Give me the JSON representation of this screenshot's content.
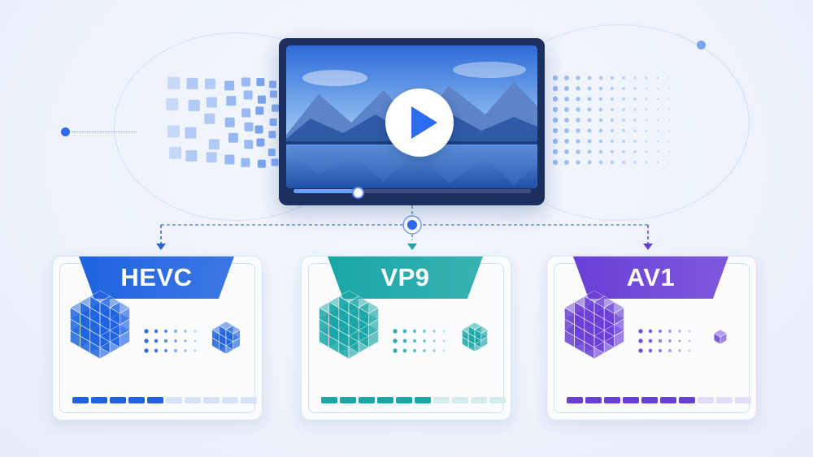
{
  "codecs": [
    {
      "name": "HEVC",
      "color": "#1f63e0",
      "light": "#d6e2f8",
      "filled": 5,
      "segments": 10
    },
    {
      "name": "VP9",
      "color": "#1aa6a6",
      "light": "#d3ecec",
      "filled": 6,
      "segments": 10
    },
    {
      "name": "AV1",
      "color": "#6a3fd6",
      "light": "#e2dcf6",
      "filled": 7,
      "segments": 10
    }
  ],
  "video": {
    "progress": 0.27
  },
  "icons": [
    "play-icon",
    "pixel-cube-icon",
    "dashed-arrow-icon"
  ]
}
